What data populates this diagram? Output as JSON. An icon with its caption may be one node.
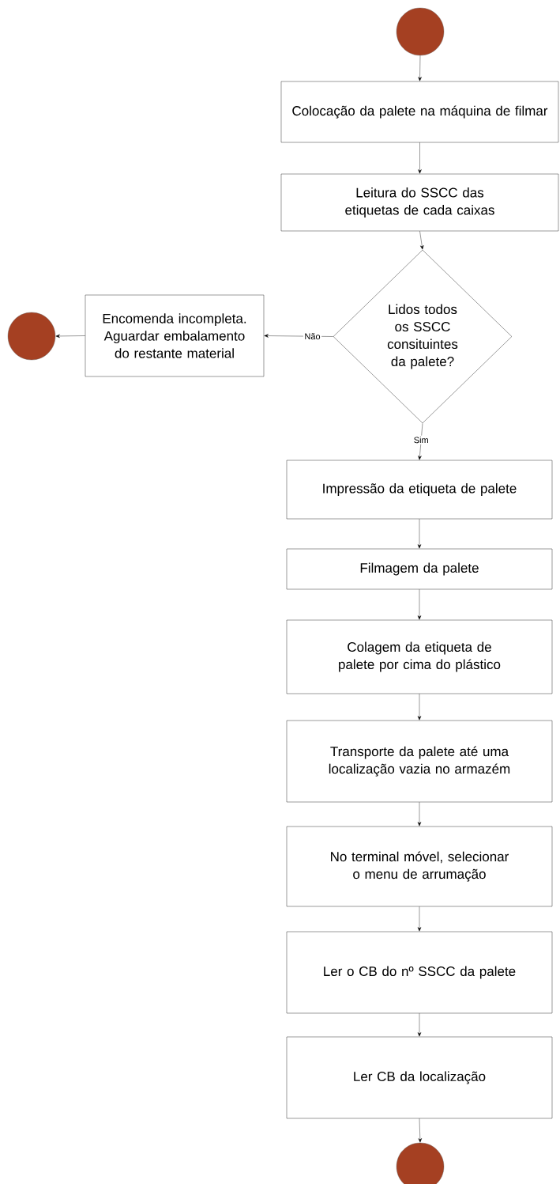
{
  "diagram": {
    "nodes": [
      {
        "text": [],
        "shape": "circle"
      },
      {
        "text": [
          "Colocação da palete na máquina de filmar"
        ]
      },
      {
        "text": [
          "Leitura do SSCC das etiquetas de cada caixas"
        ]
      },
      {
        "text": [
          "Lidos todos os SSCC consituintes da palete?"
        ]
      },
      {
        "text": [
          "Encomenda incompleta. Aguardar embalamento do restante material"
        ]
      },
      {
        "text": [],
        "shape": "circle"
      },
      {
        "text": [
          "Impressão da etiqueta de palete"
        ]
      },
      {
        "text": [
          "Filmagem da palete"
        ]
      },
      {
        "text": [
          "Colagem da etiqueta de palete por cima do plástico"
        ]
      },
      {
        "text": [
          "Transporte da palete até uma localização vazia no armazém"
        ]
      },
      {
        "text": [
          "No terminal móvel, selecionar o menu de arrumação"
        ]
      },
      {
        "text": [
          "Ler o CB do nº SSCC da palete"
        ]
      },
      {
        "text": [
          "Ler CB da localização"
        ]
      },
      {
        "text": [],
        "shape": "circle"
      }
    ],
    "edges": [
      {
        "from": 0,
        "to": 1,
        "arrow": "to"
      },
      {
        "from": 1,
        "to": 2,
        "arrow": "to"
      },
      {
        "from": 2,
        "to": 3,
        "arrow": "to"
      },
      {
        "from": 3,
        "to": 4,
        "arrow": "to",
        "label": "Não"
      },
      {
        "from": 4,
        "to": 5,
        "arrow": "to"
      },
      {
        "from": 3,
        "to": 6,
        "arrow": "to",
        "label": "Sim"
      },
      {
        "from": 6,
        "to": 7,
        "arrow": "to"
      },
      {
        "from": 7,
        "to": 8,
        "arrow": "to"
      },
      {
        "from": 8,
        "to": 9,
        "arrow": "to"
      },
      {
        "from": 9,
        "to": 10,
        "arrow": "to"
      },
      {
        "from": 10,
        "to": 11,
        "arrow": "to"
      },
      {
        "from": 11,
        "to": 12,
        "arrow": "to"
      },
      {
        "from": 12,
        "to": 13,
        "arrow": "to"
      }
    ]
  }
}
